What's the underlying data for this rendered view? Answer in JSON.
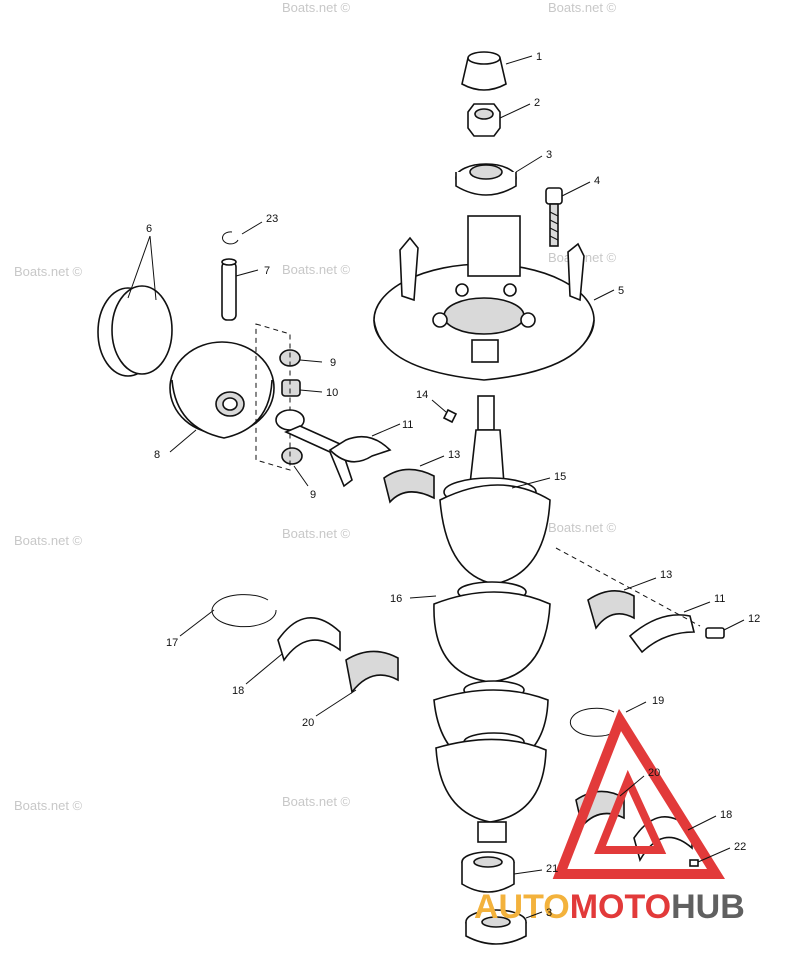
{
  "watermark": "Boats.net ©",
  "logo": {
    "part1": "AUTO",
    "part2": "MOTO",
    "part3": "HUB"
  },
  "callouts": {
    "c1": "1",
    "c2": "2",
    "c3": "3",
    "c3b": "3",
    "c4": "4",
    "c5": "5",
    "c6": "6",
    "c7": "7",
    "c8": "8",
    "c9": "9",
    "c9b": "9",
    "c10": "10",
    "c11": "11",
    "c11b": "11",
    "c12": "12",
    "c13": "13",
    "c13b": "13",
    "c14": "14",
    "c15": "15",
    "c16": "16",
    "c17": "17",
    "c18": "18",
    "c18b": "18",
    "c19": "19",
    "c20": "20",
    "c20b": "20",
    "c21": "21",
    "c22": "22",
    "c23": "23"
  },
  "colors": {
    "logo_orange": "#f3b23c",
    "logo_red": "#e23a3a",
    "logo_gray": "#606060"
  }
}
